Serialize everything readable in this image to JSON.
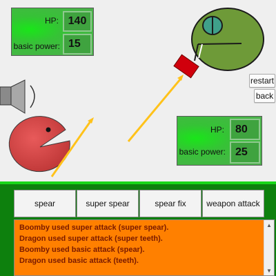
{
  "enemy_stats": {
    "hp_label": "HP:",
    "hp_value": "140",
    "power_label": "basic power:",
    "power_value": "15"
  },
  "player_stats": {
    "hp_label": "HP:",
    "hp_value": "80",
    "power_label": "basic power:",
    "power_value": "25"
  },
  "side_buttons": {
    "restart_label": "restart",
    "back_label": "back"
  },
  "attack_buttons": [
    "spear",
    "super spear",
    "spear fix",
    "weapon attack"
  ],
  "battle_log": [
    "Boomby used super attack (super spear).",
    "Dragon used super attack (super teeth).",
    "Boomby used basic attack (spear).",
    "Dragon used basic attack (teeth)."
  ],
  "icons": {
    "sound": "speaker-icon",
    "player": "boomby-pacman-sprite",
    "enemy": "dragon-sprite"
  },
  "colors": {
    "player_body": "#d84646",
    "enemy_body": "#6e9a38",
    "enemy_eye": "#3fa08a",
    "spear": "#ffc21a",
    "projectile": "#d0000c",
    "panel_green": "#0d800d",
    "log_background": "#ff8000"
  }
}
